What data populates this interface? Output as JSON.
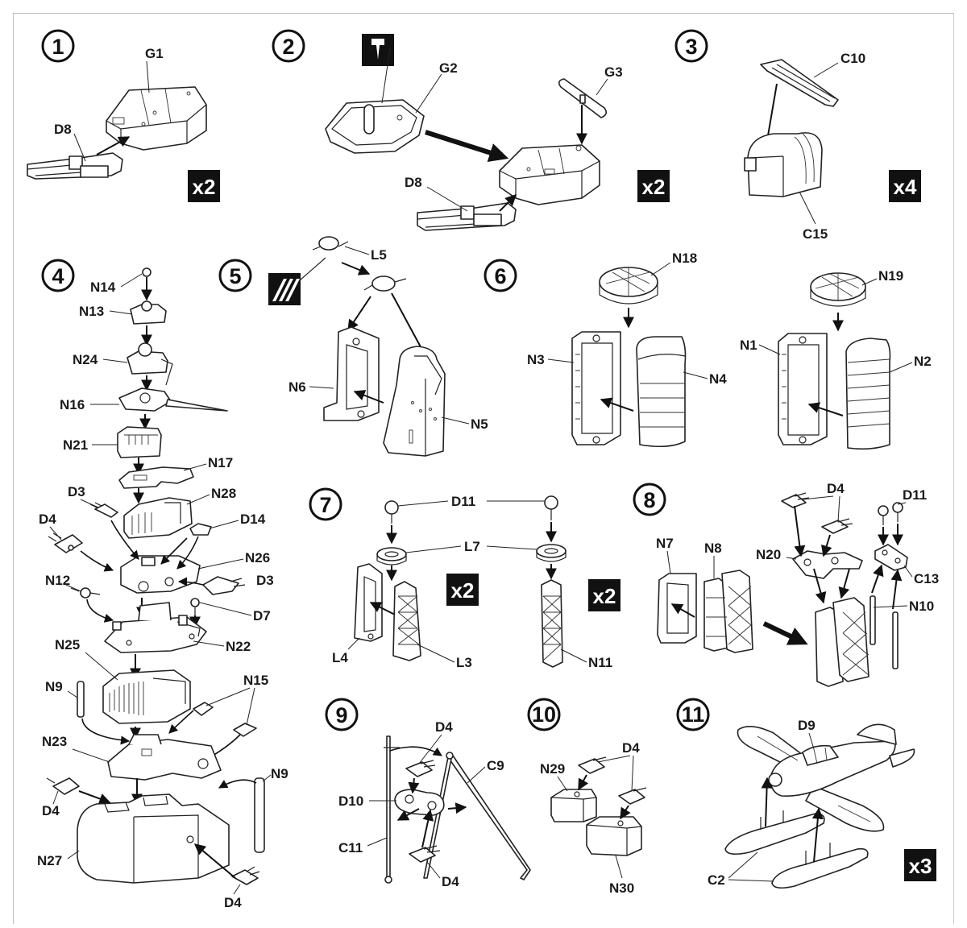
{
  "steps": [
    {
      "number": "1",
      "multiplier": "x2",
      "labels": [
        "G1",
        "D8"
      ]
    },
    {
      "number": "2",
      "multiplier": "x2",
      "labels": [
        "G2",
        "G3",
        "D8"
      ]
    },
    {
      "number": "3",
      "multiplier": "x4",
      "labels": [
        "C10",
        "C15"
      ]
    },
    {
      "number": "4",
      "labels": [
        "N14",
        "N13",
        "N24",
        "N16",
        "N21",
        "N17",
        "D3",
        "N28",
        "D4",
        "D14",
        "N26",
        "N12",
        "D3",
        "D7",
        "N25",
        "N22",
        "N9",
        "N15",
        "N23",
        "N9",
        "D4",
        "N27",
        "D4"
      ]
    },
    {
      "number": "5",
      "labels": [
        "L5",
        "N6",
        "N5"
      ]
    },
    {
      "number": "6",
      "labels": [
        "N18",
        "N19",
        "N3",
        "N4",
        "N1",
        "N2"
      ]
    },
    {
      "number": "7",
      "multipliers": [
        "x2",
        "x2"
      ],
      "labels": [
        "D11",
        "L7",
        "L4",
        "L3",
        "N11"
      ]
    },
    {
      "number": "8",
      "labels": [
        "D4",
        "D11",
        "N7",
        "N8",
        "N20",
        "C13",
        "N10"
      ]
    },
    {
      "number": "9",
      "labels": [
        "D4",
        "C9",
        "D10",
        "C11",
        "D4"
      ]
    },
    {
      "number": "10",
      "labels": [
        "D4",
        "N29",
        "N30"
      ]
    },
    {
      "number": "11",
      "multiplier": "x3",
      "labels": [
        "D9",
        "C2"
      ]
    }
  ],
  "icons": [
    "drill-hole-icon",
    "paint-stripe-icon"
  ]
}
